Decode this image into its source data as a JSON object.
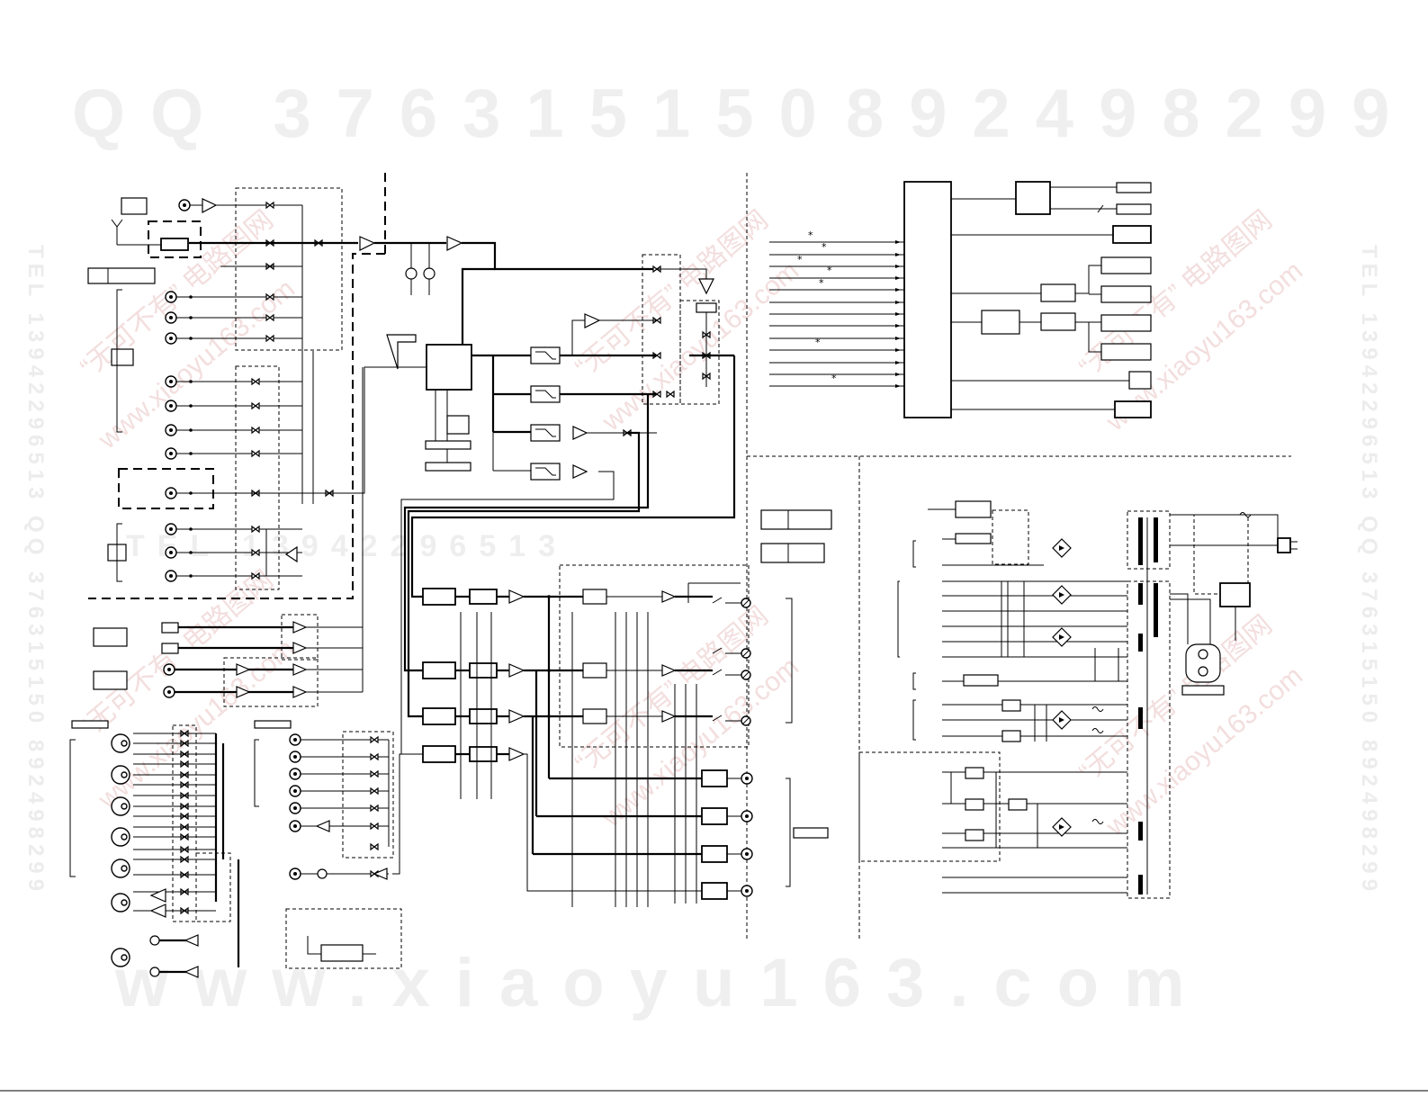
{
  "watermarks": {
    "top_left": "QQ 376315150",
    "top_right": "892498299",
    "bottom": "www.xiaoyu163.com",
    "side_left": "TEL 13942296513 QQ 376315150 892498299",
    "side_right": "TEL 13942296513 QQ 376315150 892498299",
    "mid_row": "TEL 13942296513",
    "diagonal_site": "www.xiaoyu163.com",
    "diagonal_cn": "“无可不有” 电路图网"
  },
  "marks": {
    "asterisk": "*"
  },
  "colors": {
    "line": "#000000",
    "watermark_gray": "#efefef",
    "watermark_pink": "#f3dede"
  }
}
